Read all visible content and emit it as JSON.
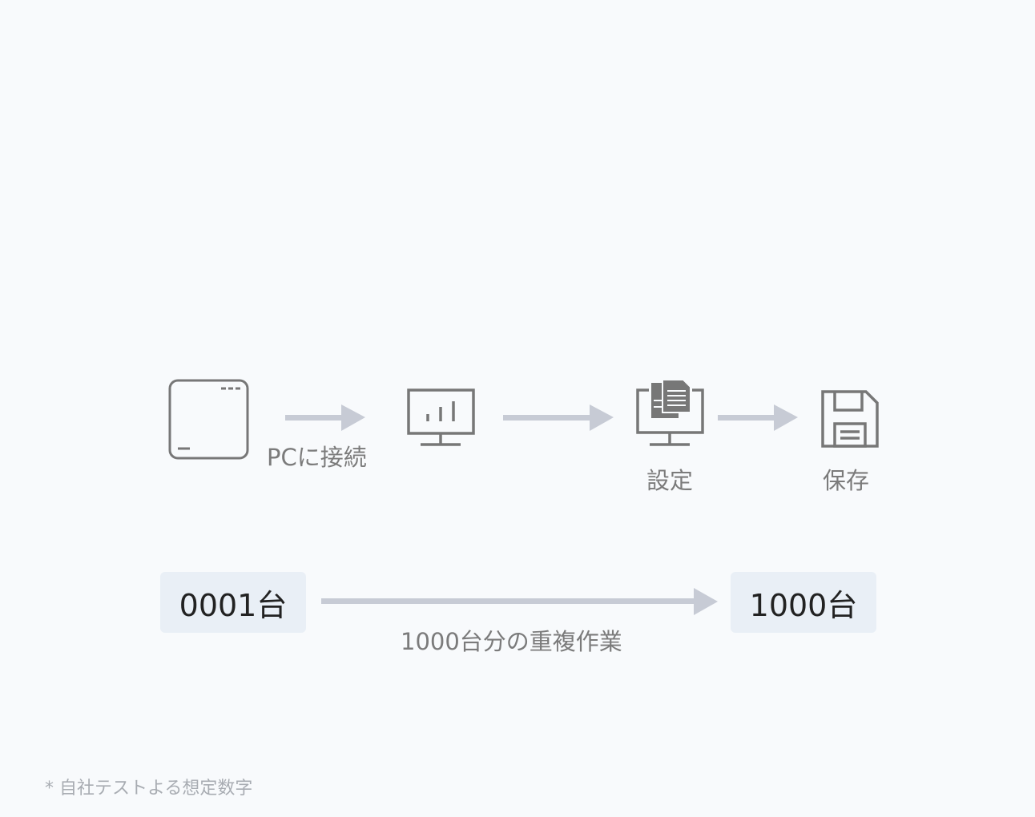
{
  "flow": {
    "step1_label": "PCに接続",
    "step3_label": "設定",
    "step4_label": "保存"
  },
  "counter": {
    "start": "0001台",
    "end": "1000台",
    "caption": "1000台分の重複作業"
  },
  "footnote": "* 自社テストよる想定数字",
  "colors": {
    "icon": "#777777",
    "arrow": "#c7cbd5",
    "box": "#e9eff6",
    "background": "#f8fafc"
  }
}
